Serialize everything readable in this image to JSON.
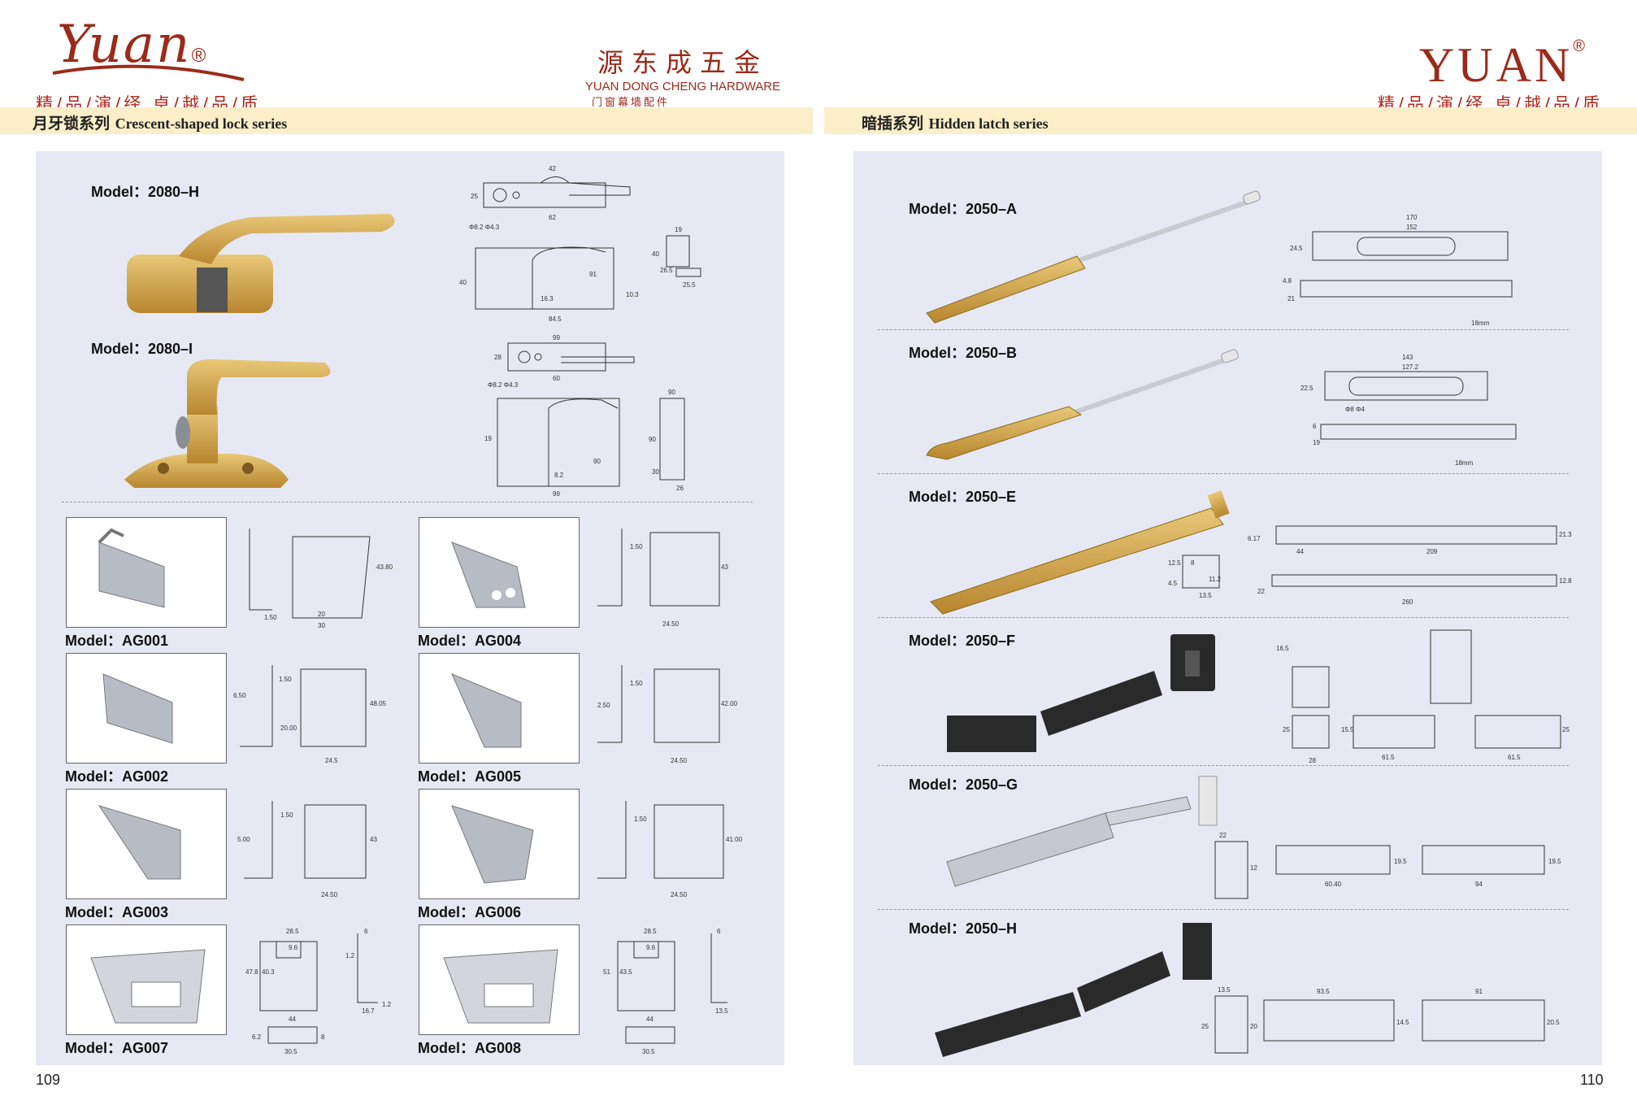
{
  "header": {
    "left_logo": "Yuan",
    "registered": "®",
    "slogan": "精/品/演/绎 卓/越/品/质",
    "center_logo_cn": "源东成五金",
    "center_logo_en": "YUAN DONG CHENG HARDWARE",
    "center_logo_sub": "门窗幕墙配件",
    "right_logo": "YUAN"
  },
  "left_page": {
    "section_cn": "月牙锁系列",
    "section_en": "Crescent-shaped lock series",
    "models": [
      "Model：2080–H",
      "Model：2080–I"
    ],
    "ag_models": [
      "Model：AG001",
      "Model：AG004",
      "Model：AG002",
      "Model：AG005",
      "Model：AG003",
      "Model：AG006",
      "Model：AG007",
      "Model：AG008"
    ],
    "page_number": "109"
  },
  "right_page": {
    "section_cn": "暗插系列",
    "section_en": "Hidden latch series",
    "models": [
      "Model：2050–A",
      "Model：2050–B",
      "Model：2050–E",
      "Model：2050–F",
      "Model：2050–G",
      "Model：2050–H"
    ],
    "page_number": "110"
  },
  "colors": {
    "brand_red": "#9b2a1a",
    "band": "#fbeec8",
    "panel": "#e6e9f3",
    "gold": "#c9a24a",
    "steel": "#b7bcc4",
    "black": "#2a2a2a"
  },
  "dims": {
    "h2080h": [
      "42",
      "25",
      "62",
      "Φ8.2 Φ4.3",
      "19",
      "40",
      "26.5",
      "25.5",
      "91",
      "40",
      "16.3",
      "10.3",
      "84.5"
    ],
    "h2080i": [
      "99",
      "28",
      "60",
      "Φ8.2 Φ4.3",
      "19",
      "90",
      "90",
      "90",
      "30",
      "8.2",
      "99",
      "26"
    ],
    "ag001": [
      "43.80",
      "1.50",
      "20",
      "30"
    ],
    "ag004": [
      "1.50",
      "43",
      "24.50"
    ],
    "ag002": [
      "6.50",
      "1.50",
      "48.05",
      "20.00",
      "24.5"
    ],
    "ag005": [
      "1.50",
      "2.50",
      "42.00",
      "24.50"
    ],
    "ag003": [
      "1.50",
      "5.00",
      "43",
      "24.50"
    ],
    "ag006": [
      "1.50",
      "41.00",
      "24.50"
    ],
    "ag007": [
      "28.5",
      "9.6",
      "47.8",
      "40.3",
      "6",
      "1.2",
      "44",
      "16.7",
      "1.2",
      "6.2",
      "8",
      "30.5"
    ],
    "ag008": [
      "28.5",
      "9.6",
      "51",
      "43.5",
      "6",
      "44",
      "13.5",
      "30.5"
    ],
    "a2050a": [
      "170",
      "152",
      "24.5",
      "4.8",
      "21",
      "18mm"
    ],
    "a2050b": [
      "143",
      "127.2",
      "22.5",
      "Φ8 Φ4",
      "6",
      "19",
      "18mm"
    ],
    "a2050e": [
      "6.17",
      "21.3",
      "44",
      "209",
      "12.5",
      "8",
      "11.2",
      "4.5",
      "13.5",
      "22",
      "12.8",
      "260"
    ],
    "a2050f": [
      "16.5",
      "25",
      "15.5",
      "28",
      "61.5",
      "61.5",
      "25"
    ],
    "a2050g": [
      "22",
      "12",
      "60.40",
      "94",
      "19.5",
      "19.5"
    ],
    "a2050h": [
      "13.5",
      "93.5",
      "91",
      "25",
      "14.5",
      "20.5",
      "20"
    ]
  }
}
